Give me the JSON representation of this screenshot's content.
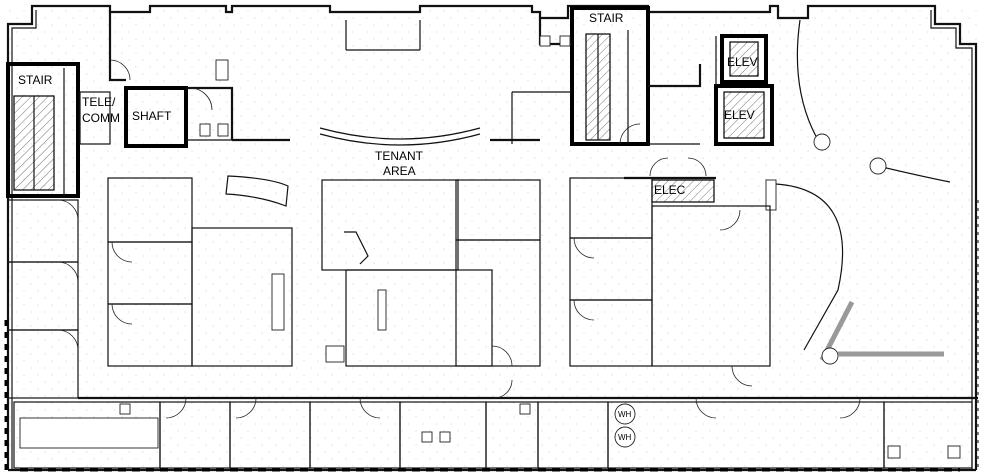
{
  "labels": {
    "stair_left": "STAIR",
    "tele_comm_line1": "TELE/",
    "tele_comm_line2": "COMM",
    "shaft": "SHAFT",
    "tenant_line1": "TENANT",
    "tenant_line2": "AREA",
    "stair_top": "STAIR",
    "elev_1": "ELEV",
    "elev_2": "ELEV",
    "elec": "ELEC",
    "wh_1": "WH",
    "wh_2": "WH"
  }
}
